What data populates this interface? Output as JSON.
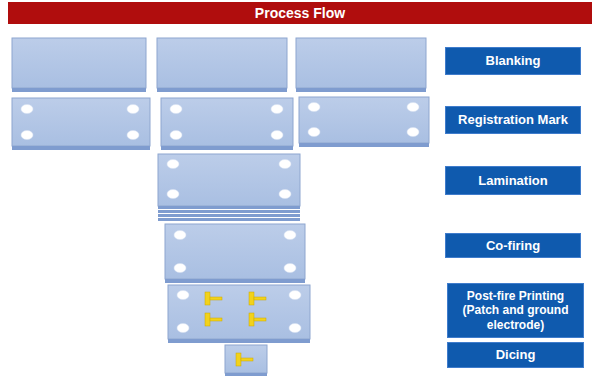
{
  "diagram": {
    "title": "Process Flow",
    "nodes": [
      {
        "text": [
          "Blanking"
        ]
      },
      {
        "text": [
          "Registration Mark"
        ]
      },
      {
        "text": [
          "Lamination"
        ]
      },
      {
        "text": [
          "Co-firing"
        ]
      },
      {
        "text": [
          "Post-fire Printing (Patch and ground electrode)"
        ]
      },
      {
        "text": [
          "Dicing"
        ]
      }
    ]
  }
}
